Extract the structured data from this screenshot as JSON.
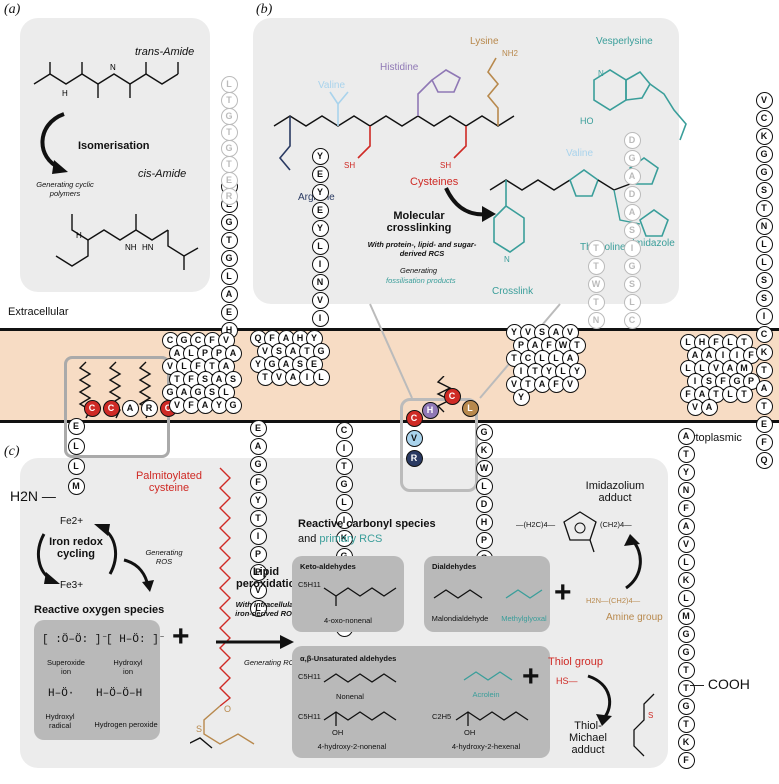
{
  "panel_labels": {
    "a": "(a)",
    "b": "(b)",
    "c": "(c)"
  },
  "panel_a": {
    "trans_amide": "trans-Amide",
    "isomerisation": "Isomerisation",
    "generating": "Generating cyclic polymers",
    "cis_amide": "cis-Amide"
  },
  "panel_b": {
    "residues": {
      "valine": "Valine",
      "histidine": "Histidine",
      "lysine": "Lysine",
      "vesperlysine": "Vesperlysine",
      "arginine": "Arginine",
      "cysteines": "Cysteines",
      "valine2": "Valine",
      "thiazoline": "Thiazoline",
      "imidazole": "Imidazole",
      "crosslink": "Crosslink"
    },
    "nh2": "NH2",
    "n": "N",
    "ho": "HO",
    "s": "S",
    "sh": "SH",
    "molecular_crosslinking": "Molecular crosslinking",
    "with_rcs": "With protein-, lipid- and sugar-derived RCS",
    "generating": "Generating",
    "fossilisation": "fossilisation products"
  },
  "membrane": {
    "extracellular": "Extracellular",
    "cytoplasmic": "Cytoplasmic"
  },
  "termini": {
    "n": "H2N",
    "c": "COOH"
  },
  "panel_c": {
    "palmitoylated": "Palmitoylated cysteine",
    "iron": "Iron redox cycling",
    "fe2": "Fe2+",
    "fe3": "Fe3+",
    "generating_ros": "Generating ROS",
    "ros_title": "Reactive oxygen species",
    "ros": [
      "Superoxide ion",
      "Hydroxyl ion",
      "Hydroxyl radical",
      "Hydrogen peroxide"
    ],
    "lipid": "Lipid peroxidation",
    "lipid_sub": "With intracellular iron-derived ROS",
    "generating_rcs": "Generating RCS",
    "rcs_title": "Reactive carbonyl species",
    "rcs_and": "and",
    "rcs_primary": "primary RCS",
    "keto_title": "Keto-aldehydes",
    "keto": [
      "4-oxo-nonenal"
    ],
    "dial_title": "Dialdehydes",
    "dial": [
      "Malondialdehyde",
      "Methylglyoxal"
    ],
    "ab_title": "α,β-Unsaturated aldehydes",
    "ab": [
      "Nonenal",
      "Acrolein",
      "4-hydroxy-2-nonenal",
      "4-hydroxy-2-hexenal"
    ],
    "c5h11": "C5H11",
    "c2h5": "C2H5",
    "oh": "OH",
    "imid_adduct": "Imidazolium adduct",
    "imid_formula_l": "—(H2C)4—",
    "imid_formula_r": "(CH2)4—",
    "amine_group": "Amine group",
    "amine_formula": "H2N—(CH2)4—",
    "thiol_group": "Thiol group",
    "thiol_formula": "HS—",
    "thiol_adduct": "Thiol-Michael adduct"
  },
  "sequence": {
    "tm1_top": [
      "H",
      "E",
      "A",
      "L",
      "G",
      "T",
      "G",
      "E",
      "K"
    ],
    "loop_a": [
      "R",
      "E",
      "T",
      "G",
      "T",
      "G",
      "T",
      "L"
    ],
    "palm": [
      {
        "l": "C",
        "c": "red"
      },
      {
        "l": "C",
        "c": "red"
      },
      {
        "l": "A",
        "c": "white"
      },
      {
        "l": "R",
        "c": "white"
      },
      {
        "l": "C",
        "c": "red"
      }
    ],
    "nterm": [
      "E",
      "L",
      "L",
      "M"
    ],
    "tm1": [
      "C",
      "G",
      "C",
      "F",
      "V",
      "A",
      "L",
      "P",
      "P",
      "A",
      "V",
      "L",
      "F",
      "T",
      "A",
      "T",
      "F",
      "S",
      "A",
      "S",
      "G",
      "A",
      "G",
      "S",
      "L",
      "V",
      "F",
      "A",
      "Y",
      "G"
    ],
    "tm2_left": [
      "Q",
      "F",
      "A",
      "H",
      "Y",
      "V",
      "S",
      "A",
      "T",
      "G",
      "Y",
      "G",
      "A",
      "S",
      "E",
      "T",
      "V",
      "A",
      "I",
      "L"
    ],
    "ext2": [
      "I",
      "V",
      "N",
      "I",
      "L",
      "Y",
      "E",
      "Y",
      "E",
      "Y"
    ],
    "cyt2": [
      "E",
      "A",
      "G",
      "F",
      "Y",
      "T",
      "I",
      "P",
      "P",
      "V",
      "L"
    ],
    "cyt3": [
      "C",
      "I",
      "T",
      "G",
      "L",
      "I",
      "K",
      "G",
      "S",
      "K",
      "L",
      "V"
    ],
    "crosslink": [
      {
        "l": "H",
        "c": "purple"
      },
      {
        "l": "C",
        "c": "red"
      },
      {
        "l": "L",
        "c": "tan"
      },
      {
        "l": "C",
        "c": "red"
      },
      {
        "l": "V",
        "c": "lightblue"
      },
      {
        "l": "R",
        "c": "navy"
      }
    ],
    "cyt4": [
      "G",
      "K",
      "W",
      "L",
      "D",
      "H",
      "P",
      "G",
      "E"
    ],
    "tm3": [
      "Y",
      "V",
      "S",
      "A",
      "V",
      "P",
      "A",
      "F",
      "W",
      "T",
      "T",
      "C",
      "L",
      "L",
      "A",
      "I",
      "T",
      "Y",
      "L",
      "Y",
      "V",
      "T",
      "A",
      "F",
      "V",
      "Y"
    ],
    "tm3_top": [
      "N",
      "T",
      "W",
      "T",
      "T"
    ],
    "ext3": [
      "C",
      "L",
      "S",
      "G",
      "I",
      "S",
      "A",
      "D",
      "A",
      "G",
      "D"
    ],
    "tm4": [
      "L",
      "H",
      "F",
      "L",
      "T",
      "A",
      "A",
      "I",
      "I",
      "F",
      "L",
      "L",
      "V",
      "A",
      "M",
      "I",
      "S",
      "F",
      "G",
      "P",
      "F",
      "A",
      "T",
      "L",
      "T",
      "V",
      "A"
    ],
    "right_col_top": [
      "V",
      "C",
      "K",
      "G",
      "G",
      "S",
      "T",
      "N",
      "L",
      "L",
      "S",
      "S",
      "I",
      "C",
      "K",
      "T",
      "A",
      "T",
      "E",
      "F",
      "Q"
    ],
    "right_col_bottom": [
      "A",
      "T",
      "Y",
      "N",
      "F",
      "A",
      "V",
      "L",
      "K",
      "L",
      "M",
      "G",
      "G",
      "T",
      "T",
      "G",
      "T",
      "K",
      "F"
    ]
  },
  "colors": {
    "membrane": "#f7dcc4",
    "panel": "#ececec",
    "box": "#b9b9b9",
    "red": "#cf2a25",
    "teal": "#3a9e9a",
    "purple": "#8f78b5",
    "tan": "#b8894d",
    "navy": "#2a3a62",
    "lightblue": "#a9d3ec",
    "lightteal": "#7fc8c8"
  }
}
